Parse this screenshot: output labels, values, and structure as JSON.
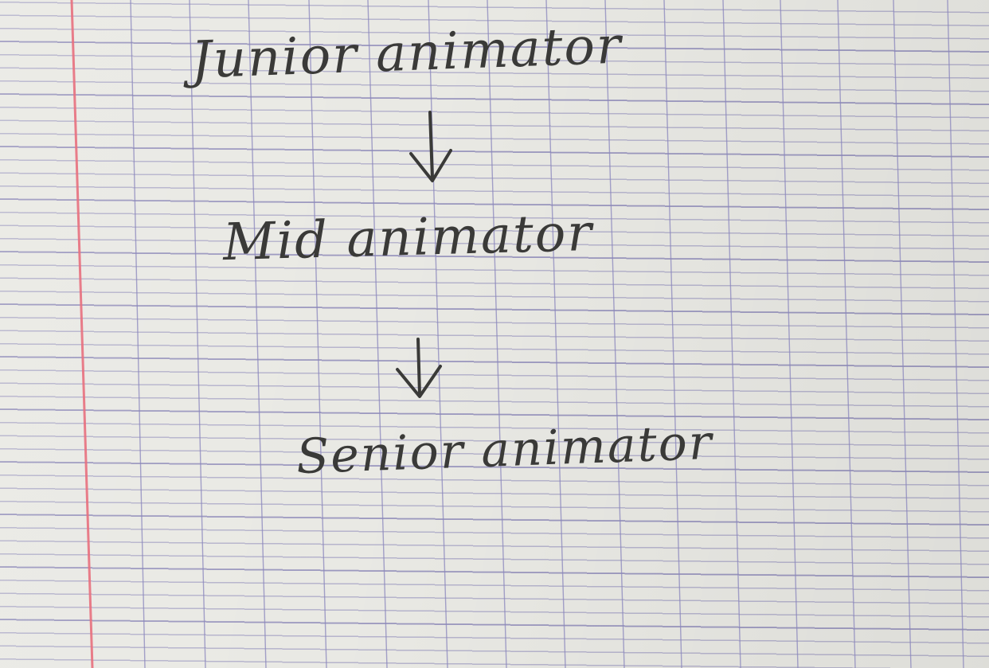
{
  "diagram": {
    "nodes": [
      {
        "id": "junior",
        "label": "Junior animator"
      },
      {
        "id": "mid",
        "label": "Mid animator"
      },
      {
        "id": "senior",
        "label": "Senior animator"
      }
    ],
    "edges": [
      {
        "from": "junior",
        "to": "mid"
      },
      {
        "from": "mid",
        "to": "senior"
      }
    ]
  },
  "colors": {
    "paper": "#e9e9e4",
    "grid_lines": "#7873af",
    "margin_line": "#e8717f",
    "ink": "#3a3a38"
  }
}
